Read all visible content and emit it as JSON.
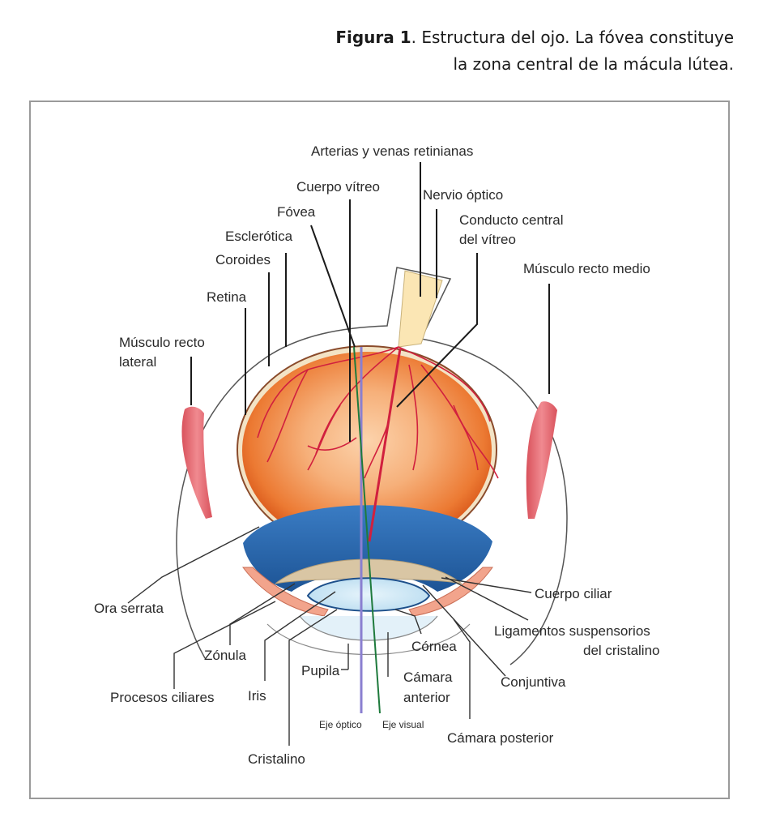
{
  "caption": {
    "figure_label": "Figura 1",
    "text_line1": ". Estructura del ojo. La fóvea constituye",
    "text_line2": "la zona central de la mácula lútea."
  },
  "labels": {
    "arterias_venas": "Arterias y venas retinianas",
    "cuerpo_vitreo": "Cuerpo vítreo",
    "nervio_optico": "Nervio óptico",
    "fovea": "Fóvea",
    "conducto_central_1": "Conducto central",
    "conducto_central_2": "del vítreo",
    "esclerotica": "Esclerótica",
    "coroides": "Coroides",
    "musculo_recto_medio": "Músculo recto medio",
    "retina": "Retina",
    "musculo_recto_lateral_1": "Músculo recto",
    "musculo_recto_lateral_2": "lateral",
    "cuerpo_ciliar": "Cuerpo ciliar",
    "ora_serrata": "Ora serrata",
    "ligamentos_1": "Ligamentos suspensorios",
    "ligamentos_2": "del cristalino",
    "cornea": "Córnea",
    "zonula": "Zónula",
    "pupila": "Pupila",
    "camara_anterior_1": "Cámara",
    "camara_anterior_2": "anterior",
    "conjuntiva": "Conjuntiva",
    "procesos_ciliares": "Procesos ciliares",
    "iris": "Iris",
    "eje_optico": "Eje óptico",
    "eje_visual": "Eje visual",
    "camara_posterior": "Cámara posterior",
    "cristalino": "Cristalino"
  },
  "colors": {
    "globe_outer": "#e2651c",
    "globe_inner": "#f6b27e",
    "vessel": "#d1203e",
    "ciliary_blue": "#2a68ad",
    "lens_blue": "#cfe8f6",
    "muscle": "#e86a72",
    "optic_nerve": "#fbe6b4",
    "eje_optico": "#8a7fd0",
    "eje_visual": "#1e7a3c",
    "frame": "#9a9a9a"
  }
}
